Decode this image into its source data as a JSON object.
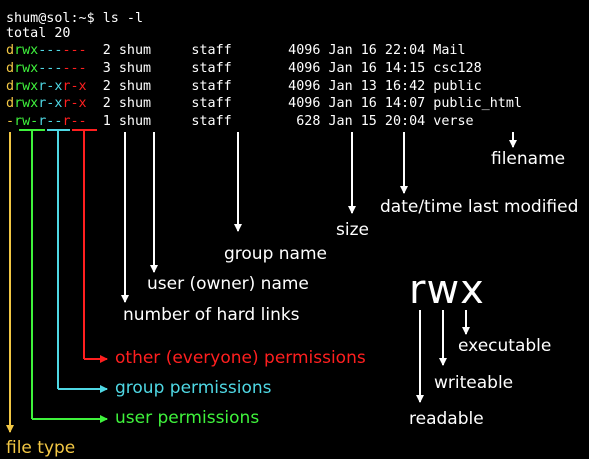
{
  "terminal": {
    "prompt": "shum@sol:~$",
    "command": "ls -l",
    "total": "total 20",
    "rows": [
      {
        "type": "d",
        "user": "rwx",
        "group": "---",
        "other": "---",
        "rest": "  2 shum     staff       4096 Jan 16 22:04 Mail"
      },
      {
        "type": "d",
        "user": "rwx",
        "group": "---",
        "other": "---",
        "rest": "  3 shum     staff       4096 Jan 16 14:15 csc128"
      },
      {
        "type": "d",
        "user": "rwx",
        "group": "r-x",
        "other": "r-x",
        "rest": "  2 shum     staff       4096 Jan 13 16:42 public"
      },
      {
        "type": "d",
        "user": "rwx",
        "group": "r-x",
        "other": "r-x",
        "rest": "  2 shum     staff       4096 Jan 16 14:07 public_html"
      },
      {
        "type": "-",
        "user": "rw-",
        "group": "r--",
        "other": "r--",
        "rest": "  1 shum     staff        628 Jan 15 20:04 verse"
      }
    ]
  },
  "labels": {
    "filename": "filename",
    "datetime": "date/time last modified",
    "size": "size",
    "group_name": "group name",
    "user_name": "user (owner) name",
    "hard_links": "number of hard links",
    "other_perms": "other (everyone) permissions",
    "group_perms": "group permissions",
    "user_perms": "user permissions",
    "file_type": "file type"
  },
  "rwx": {
    "big": "rwx",
    "executable": "executable",
    "writeable": "writeable",
    "readable": "readable"
  },
  "colors": {
    "file_type": "#f2c744",
    "user": "#3ff23c",
    "group": "#4fd8e4",
    "other": "#ff1f1f",
    "text": "#ffffff",
    "background": "#000000"
  }
}
